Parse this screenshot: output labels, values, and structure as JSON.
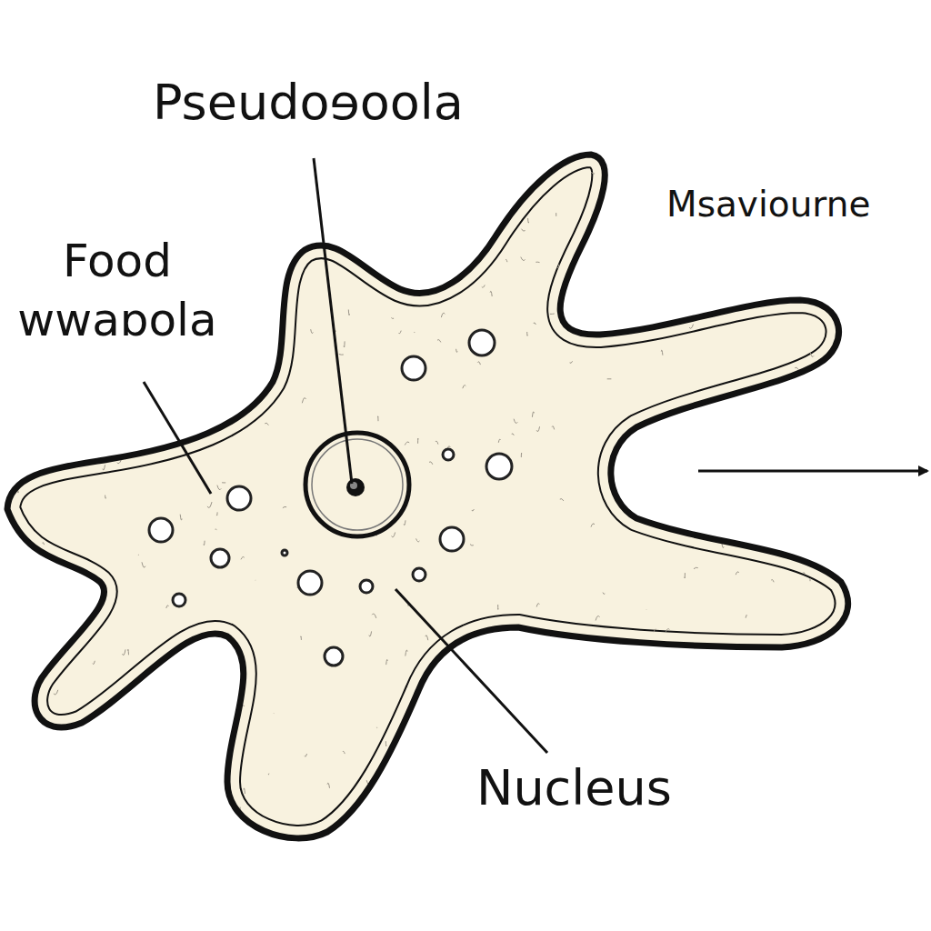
{
  "diagram": {
    "labels": [
      "Pseudoɘoola",
      "Msaviourne",
      "Food wwaɒola",
      "Nucleus"
    ]
  }
}
